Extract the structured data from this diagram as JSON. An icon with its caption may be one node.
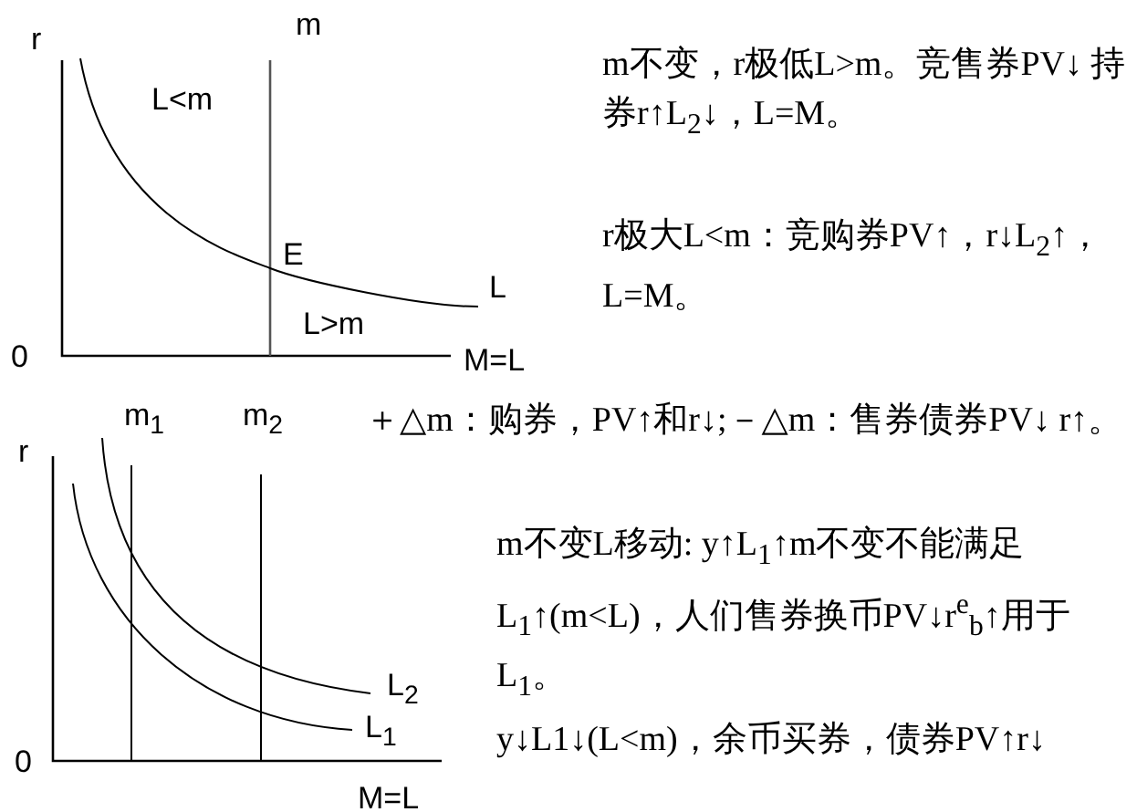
{
  "diagram": {
    "labels": [
      "r",
      "m",
      "L<m",
      "E",
      "L",
      "L>m",
      "0",
      "M=L",
      "m不变，r极低L>m。竞售券PV↓ 持券r↑L$_{2}$↓，L=M。",
      "r极大L<m：竞购券PV↑，r↓L$_{2}$↑，L=M。",
      "r",
      "m$_{1}$",
      "m$_{2}$",
      "＋△m：购券，PV↑和r↓;－△m：售券债券PV↓ r↑。",
      "m不变L移动: y↑L$_{1}$↑m不变不能满足L$_{1}$↑(m<L)，人们售券换币PV↓r$^{e}$$_{b}$↑用于L$_{1}$。",
      "L$_{2}$",
      "L$_{1}$",
      "0",
      "y↓L1↓(L<m)，余币买券，债券PV↑r↓",
      "M=L"
    ]
  }
}
